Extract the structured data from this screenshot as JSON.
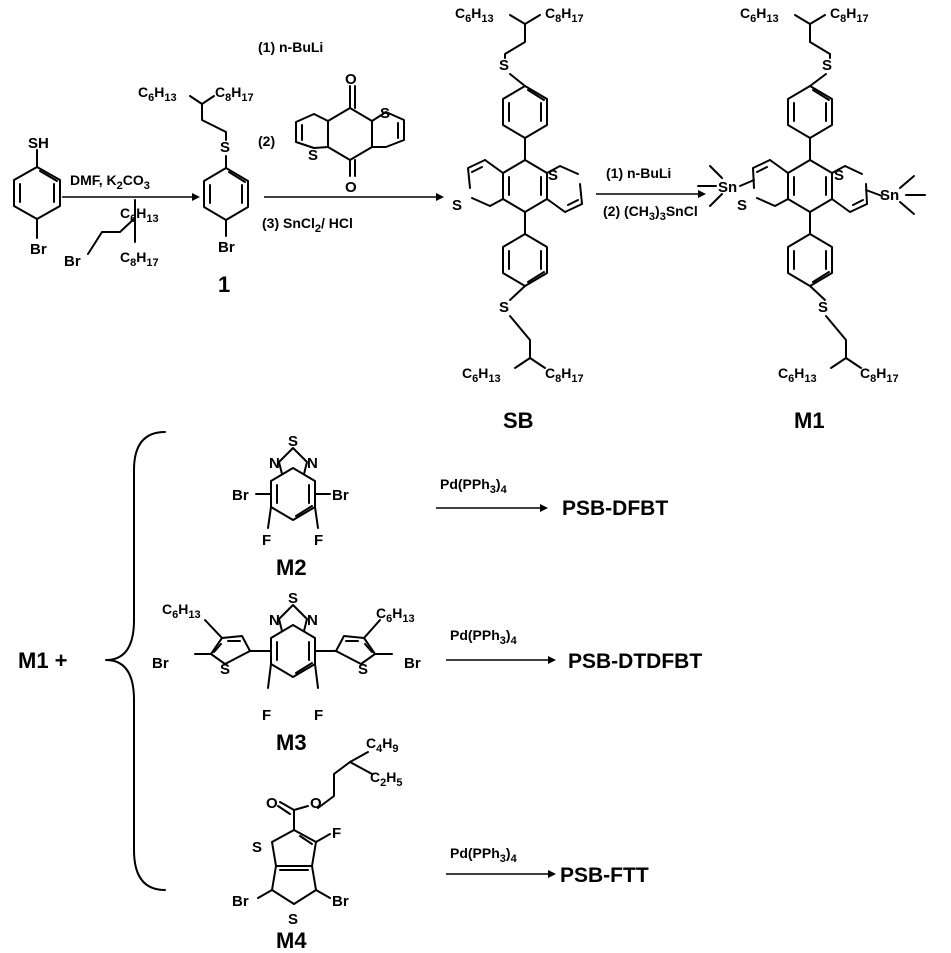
{
  "step1": {
    "start_sh": "SH",
    "start_br": "Br",
    "cond1": "DMF, K",
    "cond1_k_sub": "2",
    "cond1_co": "CO",
    "cond1_co_sub": "3",
    "reagent_br": "Br",
    "reagent_c6": "C",
    "reagent_c6_sub": "6",
    "reagent_h13": "H",
    "reagent_h13_sub": "13",
    "reagent_c8": "C",
    "reagent_c8_sub": "8",
    "reagent_h17": "H",
    "reagent_h17_sub": "17",
    "prod_s": "S",
    "prod_br": "Br",
    "prod_label": "1"
  },
  "step2": {
    "c1": "(1) n-BuLi",
    "c2": "(2)",
    "c3": "(3) SnCl",
    "c3_sub": "2",
    "c3_tail": "/ HCl",
    "quinone_o": "O",
    "quinone_s": "S",
    "sb_s": "S",
    "sb_label": "SB"
  },
  "step3": {
    "c1": "(1) n-BuLi",
    "c2": "(2) (CH",
    "c2_sub": "3",
    "c2_tail": ")",
    "c2_sub2": "3",
    "c2_end": "SnCl",
    "sn": "Sn",
    "m1_s": "S",
    "m1_label": "M1"
  },
  "chain": {
    "c": "C",
    "c6_sub": "6",
    "h": "H",
    "h13_sub": "13",
    "c8_sub": "8",
    "h17_sub": "17"
  },
  "polymer": {
    "m1_plus": "M1 +",
    "m2_label": "M2",
    "m3_label": "M3",
    "m4_label": "M4",
    "catalyst": "Pd(PPh",
    "catalyst_sub": "3",
    "catalyst_end": ")",
    "catalyst_sub2": "4",
    "p1": "PSB-DFBT",
    "p2": "PSB-DTDFBT",
    "p3": "PSB-FTT",
    "n": "N",
    "s": "S",
    "br": "Br",
    "f": "F",
    "o": "O",
    "c4": "C",
    "c4_sub": "4",
    "h9": "H",
    "h9_sub": "9",
    "c2": "C",
    "c2_sub": "2",
    "h5": "H",
    "h5_sub": "5"
  }
}
